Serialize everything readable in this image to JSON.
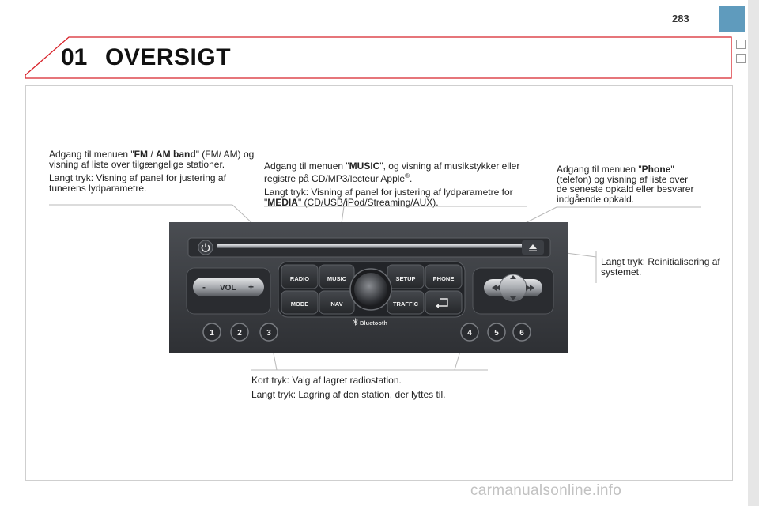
{
  "page": {
    "number": "283",
    "chapter_number": "01",
    "chapter_title": "OVERSIGT"
  },
  "callouts": {
    "radio": {
      "line1_pre": "Adgang til menuen \"",
      "line1_b1": "FM",
      "line1_mid": " / ",
      "line1_b2": "AM band",
      "line1_post": "\" (FM/ AM) og visning af liste over tilgængelige stationer.",
      "line2": "Langt tryk: Visning af panel for justering af tunerens lydparametre."
    },
    "music": {
      "line1_pre": "Adgang til menuen \"",
      "line1_b": "MUSIC",
      "line1_post": "\", og visning af musikstykker eller registre på CD/MP3/lecteur Apple",
      "line1_sup": "®",
      "line1_end": ".",
      "line2_pre": "Langt tryk: Visning af panel for justering af lydparametre for \"",
      "line2_b": "MEDIA",
      "line2_post": "\" (CD/USB/iPod/Streaming/AUX)."
    },
    "phone": {
      "line1_pre": "Adgang til menuen \"",
      "line1_b": "Phone",
      "line1_post": "\" (telefon) og visning af liste over de seneste opkald eller besvarer indgående opkald."
    },
    "eject": {
      "text": "Langt tryk: Reinitialisering af systemet."
    },
    "presets": {
      "line1": "Kort tryk: Valg af lagret radiostation.",
      "line2": "Langt tryk: Lagring af den station, der lyttes til."
    }
  },
  "radio_unit": {
    "buttons": {
      "radio": "RADIO",
      "music": "MUSIC",
      "setup": "SETUP",
      "phone": "PHONE",
      "mode": "MODE",
      "nav": "NAV",
      "traffic": "TRAFFIC"
    },
    "volume": {
      "label": "VOL",
      "minus": "-",
      "plus": "+"
    },
    "bluetooth_label": "Bluetooth",
    "presets": [
      "1",
      "2",
      "3",
      "4",
      "5",
      "6"
    ],
    "icons": [
      "power-icon",
      "eject-icon",
      "back-arrow-icon",
      "bluetooth-icon",
      "arrow-up-icon",
      "arrow-down-icon",
      "seek-back-icon",
      "seek-forward-icon"
    ]
  },
  "watermark": "carmanualsonline.info",
  "colors": {
    "accent_blue": "#5f9bbd",
    "header_red": "#d8232a",
    "panel_dark": "#3a3d42"
  }
}
